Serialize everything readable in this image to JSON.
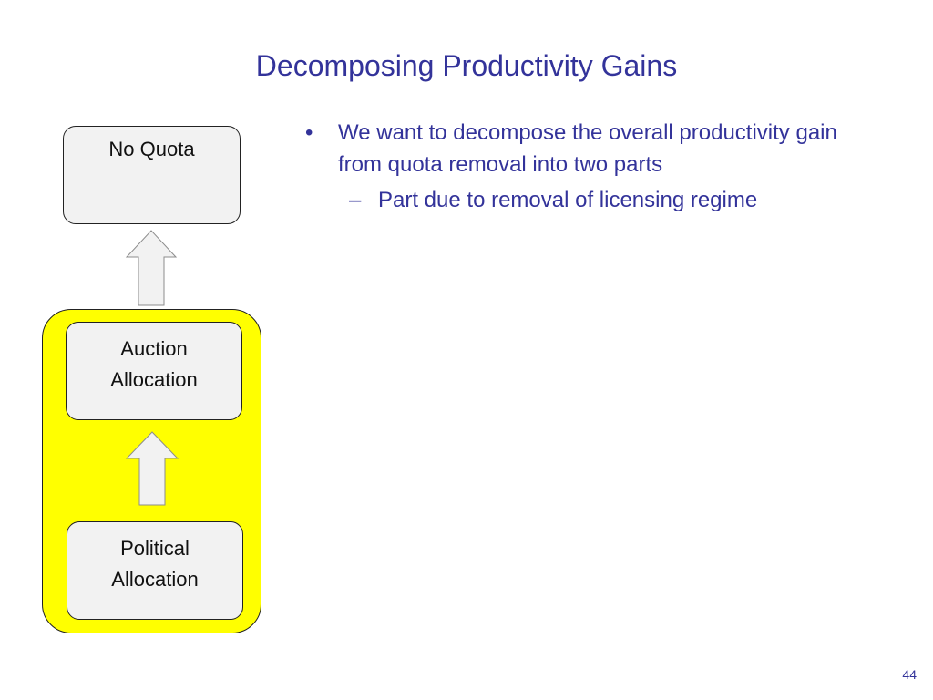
{
  "slide": {
    "title": "Decomposing Productivity Gains",
    "page_number": "44"
  },
  "diagram": {
    "boxes": [
      {
        "lines": [
          "No Quota"
        ]
      },
      {
        "lines": [
          "Auction",
          "Allocation"
        ]
      },
      {
        "lines": [
          "Political",
          "Allocation"
        ]
      }
    ],
    "colors": {
      "highlight_fill": "#ffff00",
      "box_fill": "#f2f2f2",
      "arrow_fill": "#f2f2f2",
      "outline": "#222222"
    }
  },
  "bullets": [
    {
      "marker": "•",
      "text": "We want to decompose the overall productivity gain from quota removal into two parts",
      "sub_items": [
        {
          "marker": "–",
          "text": "Part due to removal of licensing regime"
        }
      ]
    }
  ],
  "colors": {
    "accent_text": "#33339a"
  }
}
